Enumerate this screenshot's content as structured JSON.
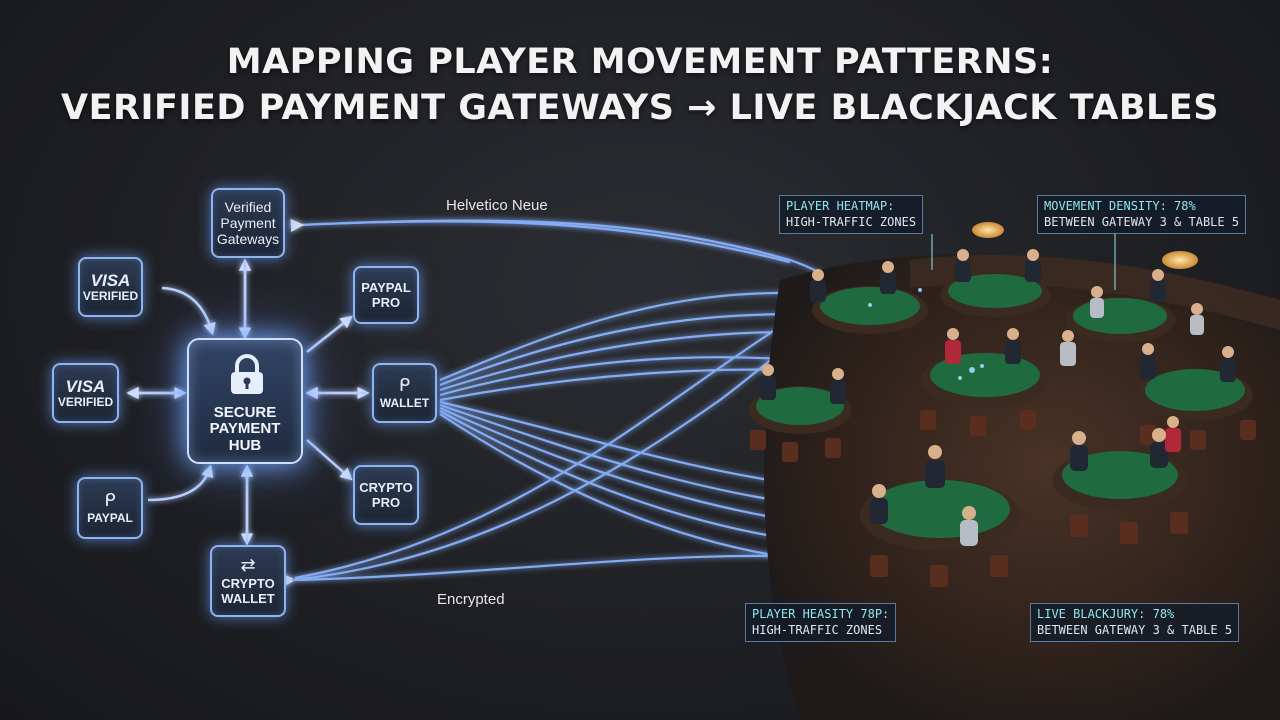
{
  "title": {
    "line1": "MAPPING PLAYER MOVEMENT PATTERNS:",
    "line2": "VERIFIED PAYMENT GATEWAYS → LIVE BLACKJACK TABLES"
  },
  "nodes": {
    "verified_gateways": {
      "line1": "Verified",
      "line2": "Payment",
      "line3": "Gateways"
    },
    "visa1": {
      "brand": "VISA",
      "sub": "VERIFIED"
    },
    "visa2": {
      "brand": "VISA",
      "sub": "VERIFIED"
    },
    "paypal": {
      "label": "PAYPAL"
    },
    "paypal_pro": {
      "line1": "PAYPAL",
      "line2": "PRO"
    },
    "wallet": {
      "label": "WALLET"
    },
    "crypto_pro": {
      "line1": "CRYPTO",
      "line2": "PRO"
    },
    "crypto_wallet": {
      "line1": "CRYPTO",
      "line2": "WALLET"
    },
    "hub": {
      "line1": "SECURE",
      "line2": "PAYMENT",
      "line3": "HUB"
    }
  },
  "floating_labels": {
    "font_note": "Helvetico Neue",
    "encrypted": "Encrypted"
  },
  "callouts": {
    "top_left": {
      "heading": "PLAYER HEATMAP:",
      "body": "HIGH-TRAFFIC ZONES"
    },
    "top_right": {
      "heading": "MOVEMENT DENSITY: 78%",
      "body": "BETWEEN GATEWAY 3 & TABLE 5"
    },
    "bottom_left": {
      "heading": "PLAYER HEASITY 78P:",
      "body": "HIGH-TRAFFIC ZONES"
    },
    "bottom_right": {
      "heading": "LIVE BLACKJURY: 78%",
      "body": "BETWEEN GATEWAY 3 & TABLE 5"
    }
  },
  "colors": {
    "flow": "#8ab4ff",
    "flow_glow": "#4f7fe0",
    "felt": "#1f6b3f",
    "table_rim": "#3a2a20",
    "accent": "#8fe6f0"
  }
}
